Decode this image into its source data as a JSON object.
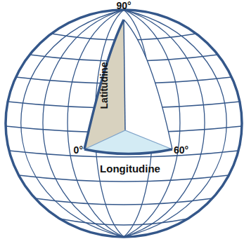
{
  "diagram": {
    "labels": [
      "90°",
      "Latitudine",
      "0°",
      "60°",
      "Longitudine"
    ]
  }
}
